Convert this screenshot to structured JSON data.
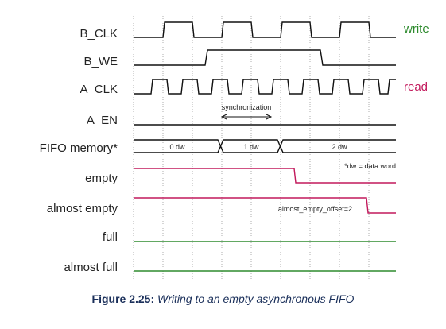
{
  "signals": [
    {
      "id": "b_clk",
      "label": "B_CLK"
    },
    {
      "id": "b_we",
      "label": "B_WE"
    },
    {
      "id": "a_clk",
      "label": "A_CLK"
    },
    {
      "id": "a_en",
      "label": "A_EN"
    },
    {
      "id": "fifo",
      "label": "FIFO memory*"
    },
    {
      "id": "empty",
      "label": "empty"
    },
    {
      "id": "almost_empty",
      "label": "almost empty"
    },
    {
      "id": "full",
      "label": "full"
    },
    {
      "id": "almost_full",
      "label": "almost full"
    }
  ],
  "side_labels": {
    "write": "write",
    "read": "read"
  },
  "fifo_segments": [
    "0 dw",
    "1 dw",
    "2 dw"
  ],
  "annotations": {
    "synchronization": "synchronization",
    "dw_note": "*dw = data word",
    "offset": "almost_empty_offset=2"
  },
  "caption": {
    "bold": "Figure 2.25:",
    "italic": "Writing to an empty asynchronous FIFO"
  },
  "colors": {
    "clock": "#111111",
    "flag_red": "#c2185b",
    "flag_green": "#2e8b2e",
    "write_label": "#2e8b2e",
    "read_label": "#c2185b"
  }
}
